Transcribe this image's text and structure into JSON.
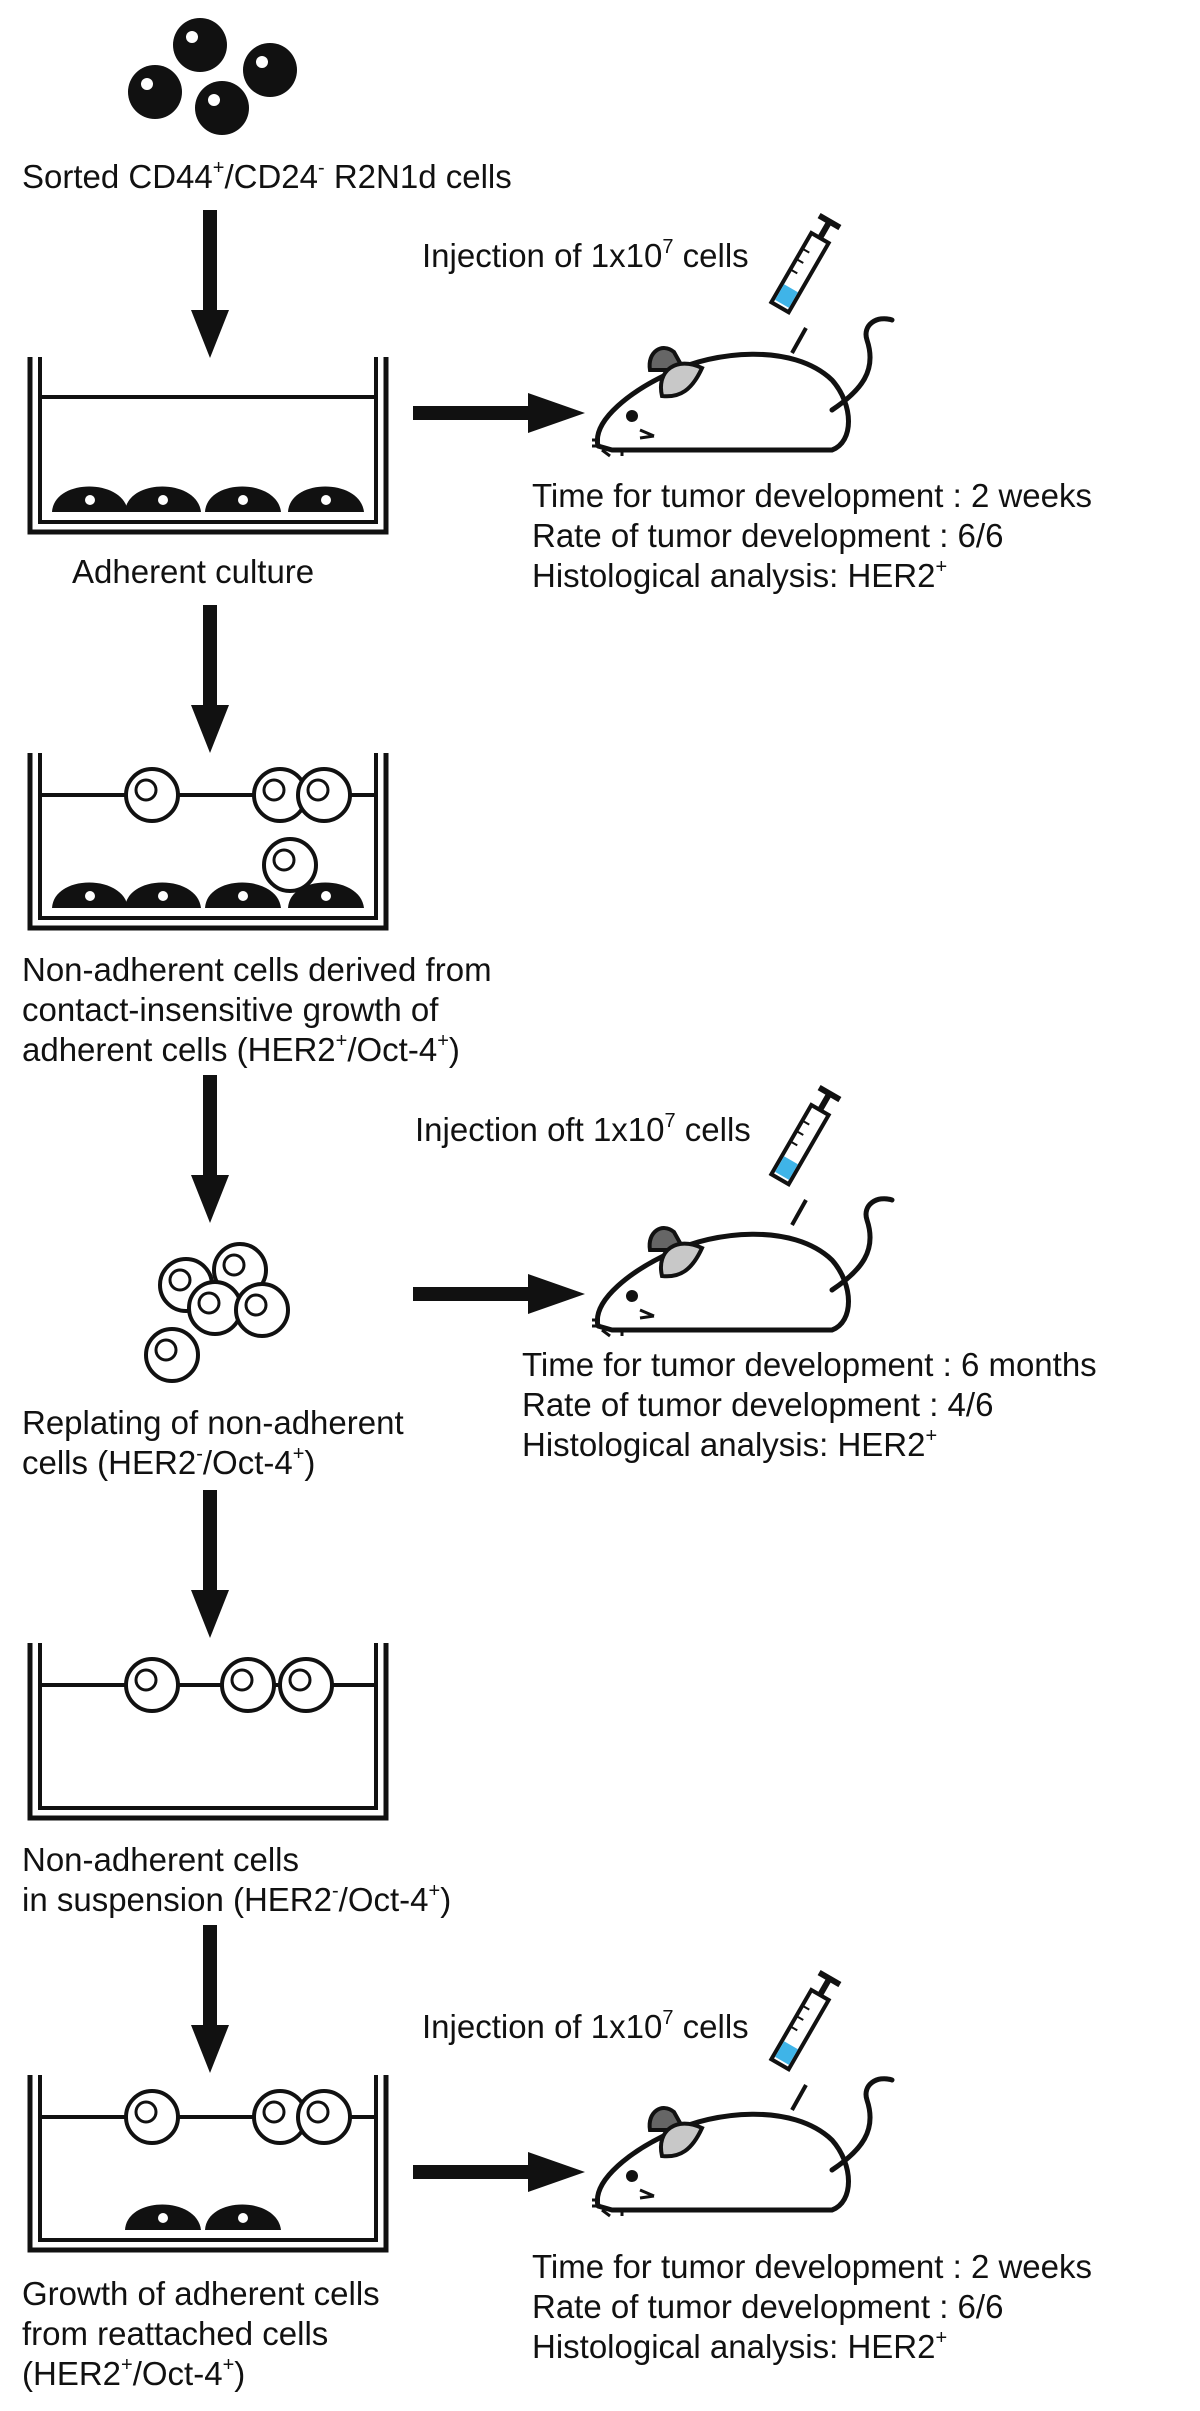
{
  "colors": {
    "ink": "#111111",
    "ear": "#c8c8c8",
    "syringe_fluid": "#3fb4e8"
  },
  "icons": [
    "cell-cluster-icon",
    "arrow-icon",
    "culture-dish-icon",
    "mouse-icon",
    "syringe-icon"
  ],
  "start": {
    "label_parts": [
      "Sorted CD44",
      "+",
      "/CD24",
      "-",
      " R2N1d cells"
    ]
  },
  "step1": {
    "dish_label": "Adherent culture",
    "injection_parts": [
      "Injection of 1x10",
      "7",
      " cells"
    ],
    "results": [
      "Time for tumor development : 2 weeks",
      "Rate of tumor development : 6/6",
      "Histological analysis: HER2"
    ],
    "results_sup": "+"
  },
  "step2": {
    "line1": "Non-adherent cells derived from",
    "line2": "contact-insensitive growth of",
    "line3_parts": [
      "adherent cells (HER2",
      "+",
      "/Oct-4",
      "+",
      ")"
    ]
  },
  "step3": {
    "line1": "Replating of non-adherent",
    "line2_parts": [
      "cells (HER2",
      "-",
      "/Oct-4",
      "+",
      ")"
    ],
    "injection_parts": [
      "Injection oft 1x10",
      "7",
      " cells"
    ],
    "results": [
      "Time for tumor development : 6 months",
      "Rate of tumor development : 4/6",
      "Histological analysis: HER2"
    ],
    "results_sup": "+"
  },
  "step4": {
    "line1": "Non-adherent cells",
    "line2_parts": [
      "in suspension (HER2",
      "-",
      "/Oct-4",
      "+",
      ")"
    ]
  },
  "step5": {
    "line1": "Growth of adherent cells",
    "line2": "from reattached cells",
    "line3_parts": [
      "(HER2",
      "+",
      "/Oct-4",
      "+",
      ")"
    ],
    "injection_parts": [
      "Injection of 1x10",
      "7",
      " cells"
    ],
    "results": [
      "Time for tumor development : 2 weeks",
      "Rate of tumor development : 6/6",
      "Histological analysis: HER2"
    ],
    "results_sup": "+"
  }
}
